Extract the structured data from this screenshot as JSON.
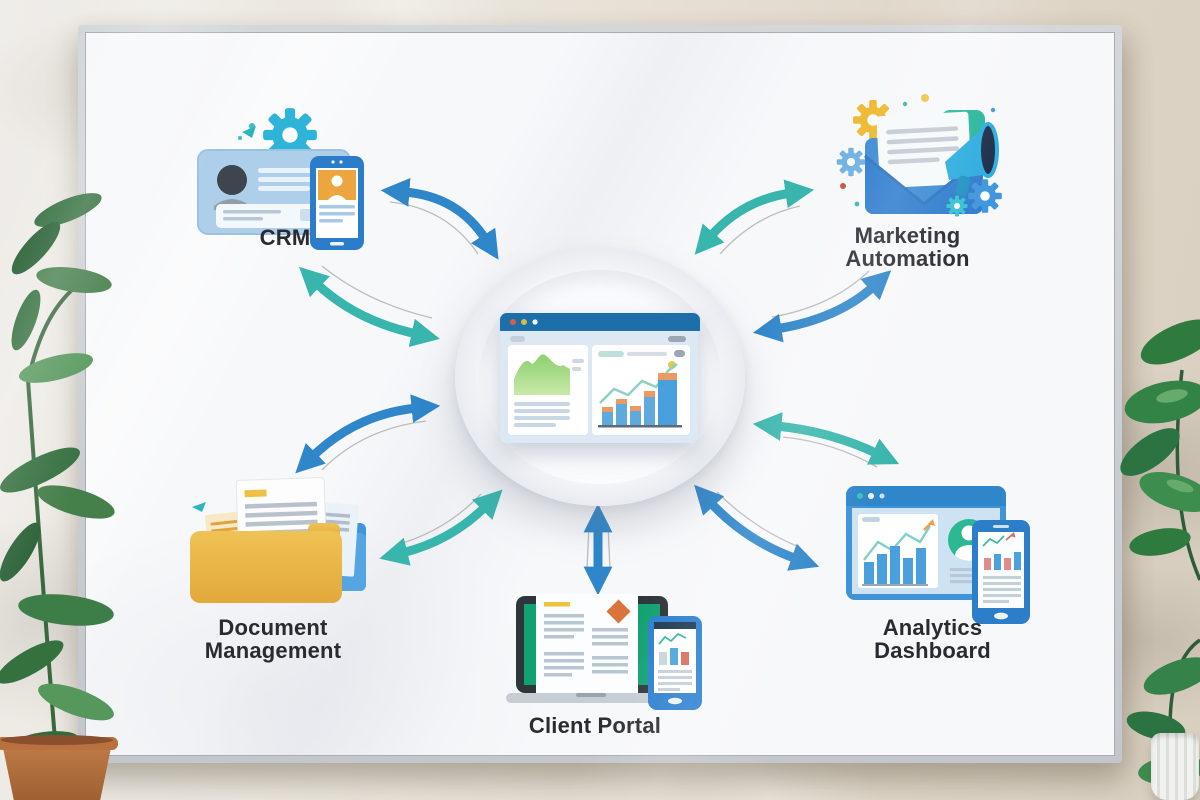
{
  "scene": {
    "setting": "software-ecosystem diagram drawn on a framed whiteboard, office wall with green plants",
    "wall_color": "#e7dfd2",
    "board_color": "#f7f8fa",
    "frame_color": "#c9cdd1"
  },
  "hub": {
    "icon": "analytics-browser-window-icon",
    "label": ""
  },
  "nodes": {
    "crm": {
      "label": "CRM",
      "icon": "contact-card-gear-phone-icon"
    },
    "marketing": {
      "label": "Marketing Automation",
      "icon": "envelope-megaphone-gears-icon"
    },
    "documents": {
      "label": "Document Management",
      "icon": "folder-with-documents-icon"
    },
    "portal": {
      "label": "Client Portal",
      "icon": "laptop-and-smartphone-icon"
    },
    "analytics": {
      "label": "Analytics Dashboard",
      "icon": "dashboard-screen-tablet-icon"
    }
  },
  "connections": [
    {
      "between": "crm-and-hub",
      "arrows": [
        "blue-double-arrow",
        "teal-double-arrow"
      ]
    },
    {
      "between": "marketing-and-hub",
      "arrows": [
        "teal-double-arrow",
        "blue-double-arrow"
      ]
    },
    {
      "between": "documents-and-hub",
      "arrows": [
        "blue-double-arrow",
        "teal-double-arrow"
      ]
    },
    {
      "between": "portal-and-hub",
      "arrows": [
        "blue-double-arrow-vertical"
      ]
    },
    {
      "between": "analytics-and-hub",
      "arrows": [
        "teal-double-arrow",
        "blue-double-arrow"
      ]
    }
  ],
  "colors": {
    "arrow_blue": "#2f86c9",
    "arrow_teal": "#38b6ad",
    "label_text": "#2a2a31",
    "hub_header_blue": "#1d6fa9",
    "device_blue": "#2b7fd0",
    "envelope_blue": "#2e7ccd",
    "folder_yellow": "#edba4a",
    "laptop_screen_green": "#13a173",
    "avatar_teal": "#2db894",
    "accent_orange": "#eb9a66",
    "chart_green": "#8ccf6f",
    "plant_green": "#35703f"
  }
}
